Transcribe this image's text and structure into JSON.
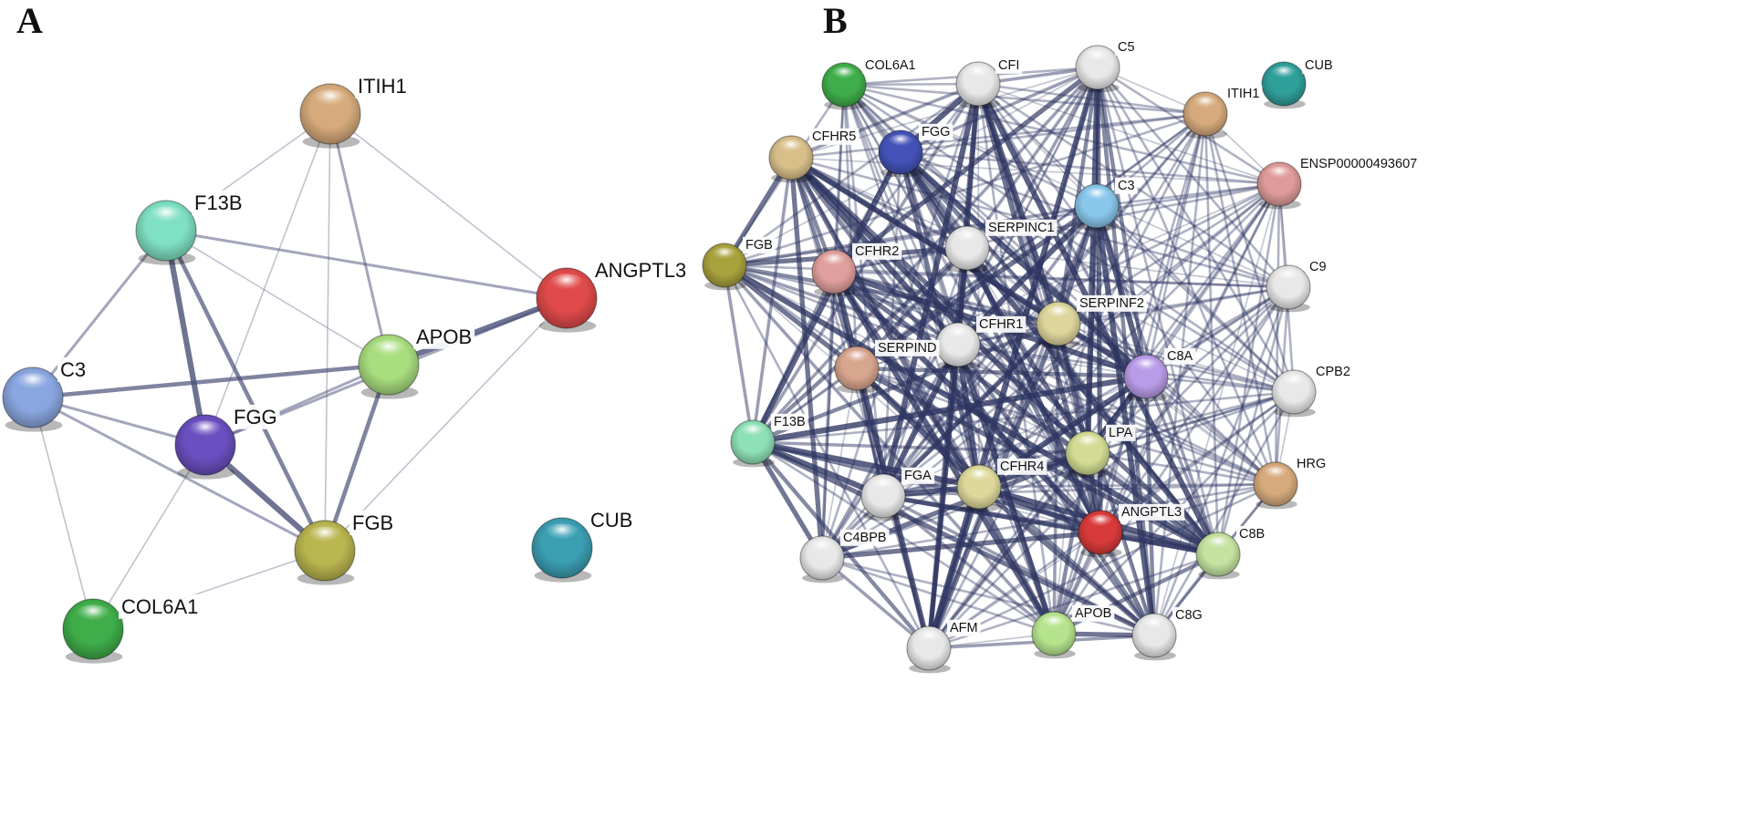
{
  "panels": [
    {
      "letter": "A",
      "nodes": [
        {
          "id": "ITIH1",
          "color": "#d6aa7c"
        },
        {
          "id": "F13B",
          "color": "#7fe0c2"
        },
        {
          "id": "ANGPTL3",
          "color": "#e04a4a"
        },
        {
          "id": "APOB",
          "color": "#a9de7f"
        },
        {
          "id": "C3",
          "color": "#8aa6e0"
        },
        {
          "id": "FGG",
          "color": "#6a4fc0"
        },
        {
          "id": "FGB",
          "color": "#b9b54f"
        },
        {
          "id": "CUB",
          "color": "#3b9fb3"
        },
        {
          "id": "COL6A1",
          "color": "#3fae4a"
        }
      ],
      "edges": [
        [
          "ITIH1",
          "F13B",
          1
        ],
        [
          "ITIH1",
          "ANGPTL3",
          1
        ],
        [
          "ITIH1",
          "APOB",
          2
        ],
        [
          "ITIH1",
          "FGB",
          1
        ],
        [
          "ITIH1",
          "FGG",
          1
        ],
        [
          "F13B",
          "ANGPTL3",
          2
        ],
        [
          "F13B",
          "C3",
          2
        ],
        [
          "F13B",
          "FGG",
          4
        ],
        [
          "F13B",
          "FGB",
          3
        ],
        [
          "F13B",
          "APOB",
          1
        ],
        [
          "ANGPTL3",
          "APOB",
          4
        ],
        [
          "ANGPTL3",
          "FGG",
          2
        ],
        [
          "ANGPTL3",
          "FGB",
          1
        ],
        [
          "APOB",
          "C3",
          3
        ],
        [
          "APOB",
          "FGG",
          2
        ],
        [
          "APOB",
          "FGB",
          3
        ],
        [
          "C3",
          "FGG",
          2
        ],
        [
          "C3",
          "FGB",
          2
        ],
        [
          "C3",
          "COL6A1",
          1
        ],
        [
          "FGG",
          "FGB",
          4
        ],
        [
          "FGG",
          "COL6A1",
          1
        ],
        [
          "FGB",
          "COL6A1",
          1
        ]
      ]
    },
    {
      "letter": "B",
      "nodes": [
        {
          "id": "COL6A1",
          "color": "#3fae4a"
        },
        {
          "id": "CFI",
          "color": "#e8e8e8"
        },
        {
          "id": "C5",
          "color": "#e8e8e8"
        },
        {
          "id": "CUB",
          "color": "#2f9f9a"
        },
        {
          "id": "ITIH1",
          "color": "#d6aa7c"
        },
        {
          "id": "CFHR5",
          "color": "#d8bf8a"
        },
        {
          "id": "FGG",
          "color": "#4452b8"
        },
        {
          "id": "ENSP00000493607",
          "color": "#df9a9a"
        },
        {
          "id": "C3",
          "color": "#88c6ea"
        },
        {
          "id": "SERPINC1",
          "color": "#e8e8e8"
        },
        {
          "id": "FGB",
          "color": "#a8a13c"
        },
        {
          "id": "CFHR2",
          "color": "#df9f9c"
        },
        {
          "id": "C9",
          "color": "#e8e8e8"
        },
        {
          "id": "SERPINF2",
          "color": "#ddd59c"
        },
        {
          "id": "CFHR1",
          "color": "#e8e8e8"
        },
        {
          "id": "SERPIND1",
          "color": "#d8a58e"
        },
        {
          "id": "C8A",
          "color": "#b99ce8"
        },
        {
          "id": "CPB2",
          "color": "#e8e8e8"
        },
        {
          "id": "F13B",
          "color": "#8ee0b6"
        },
        {
          "id": "LPA",
          "color": "#d3dc94"
        },
        {
          "id": "FGA",
          "color": "#e8e8e8"
        },
        {
          "id": "CFHR4",
          "color": "#ddd89a"
        },
        {
          "id": "HRG",
          "color": "#d6aa7c"
        },
        {
          "id": "ANGPTL3",
          "color": "#d83a3a"
        },
        {
          "id": "C4BPB",
          "color": "#e8e8e8"
        },
        {
          "id": "C8B",
          "color": "#c5e3a0"
        },
        {
          "id": "APOB",
          "color": "#b6e48e"
        },
        {
          "id": "AFM",
          "color": "#e8e8e8"
        },
        {
          "id": "C8G",
          "color": "#e8e8e8"
        }
      ],
      "labels": {
        "SERPIND1": "SERPIND"
      }
    }
  ]
}
